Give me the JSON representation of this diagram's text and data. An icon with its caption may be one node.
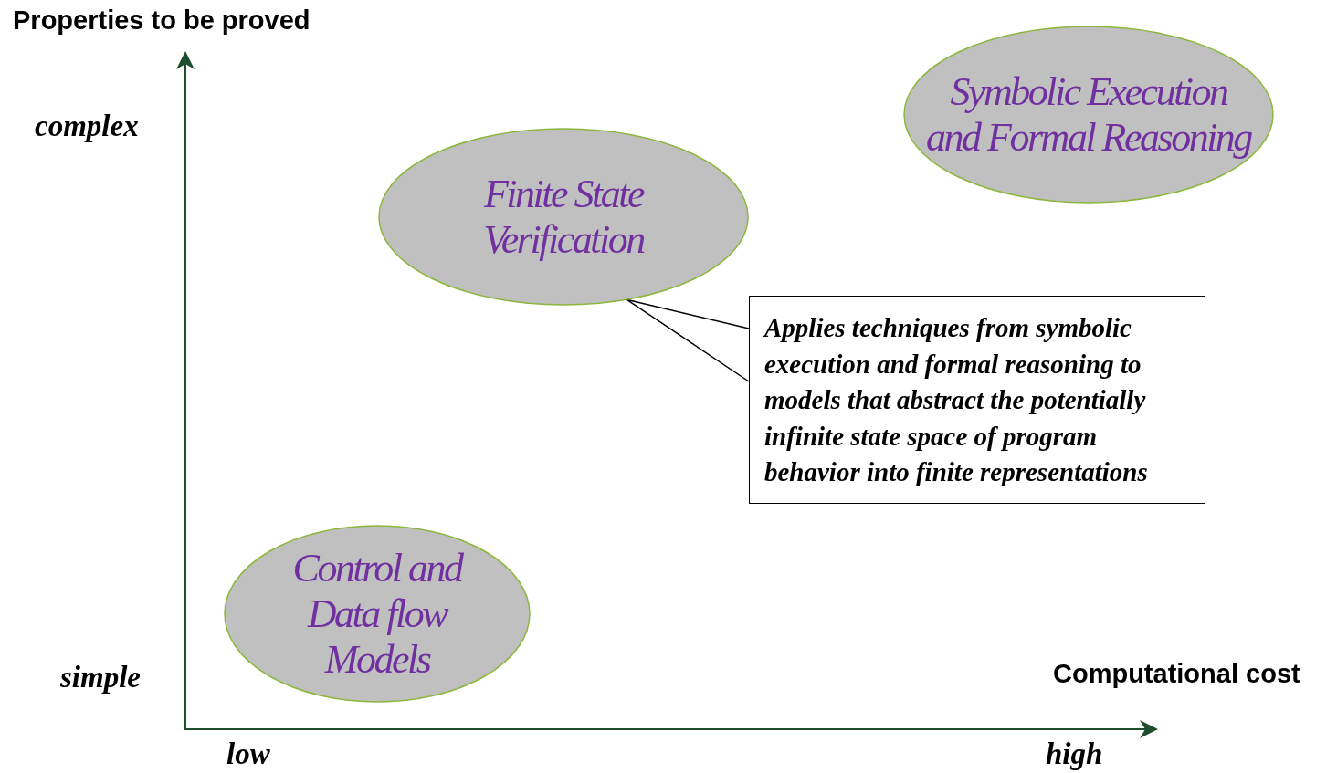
{
  "diagram": {
    "nodes": [
      {
        "text": [
          "Symbolic Execution and Formal Reasoning"
        ]
      },
      {
        "text": [
          "Finite State Verification"
        ]
      },
      {
        "text": [
          "Applies techniques from symbolic execution and formal reasoning to models that abstract the potentially infinite state space of program behavior into finite representations"
        ]
      },
      {
        "text": [
          "Control and Data flow Models"
        ]
      }
    ],
    "edges": [
      {
        "from": 2,
        "to": 1,
        "arrow": "none"
      }
    ],
    "labels": [
      "Properties to be proved",
      "complex",
      "simple",
      "Computational cost",
      "low",
      "high"
    ]
  }
}
